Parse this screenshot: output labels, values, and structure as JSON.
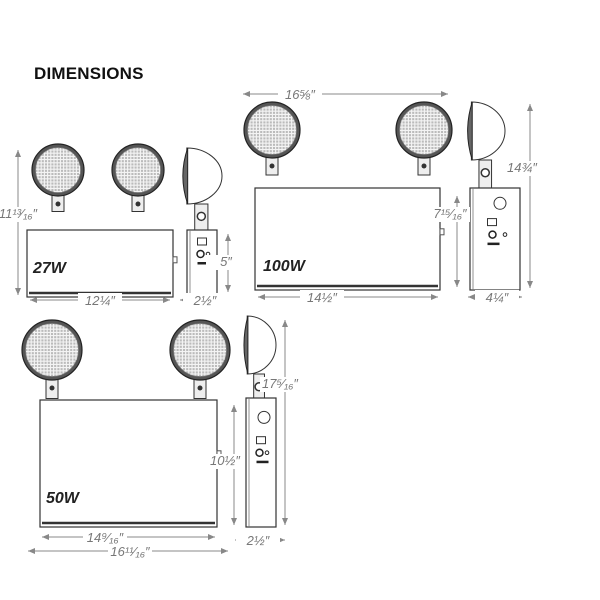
{
  "title": "DIMENSIONS",
  "colors": {
    "outline": "#333333",
    "dimension": "#888888",
    "lens": "#bbbbbb"
  },
  "units": [
    {
      "model": "27W",
      "height": "11¹³⁄₁₆″",
      "box_width": "12¼″",
      "box_height": "5″",
      "depth": "2½″"
    },
    {
      "model": "100W",
      "overall_width": "16⅝″",
      "height": "14¾″",
      "box_width": "14½″",
      "box_height": "7¹⁵⁄₁₆″",
      "depth": "4¼″"
    },
    {
      "model": "50W",
      "height": "17⁵⁄₁₆″",
      "box_width": "14⁹⁄₁₆″",
      "overall_width": "16¹¹⁄₁₆″",
      "box_height": "10½″",
      "depth": "2½″"
    }
  ]
}
